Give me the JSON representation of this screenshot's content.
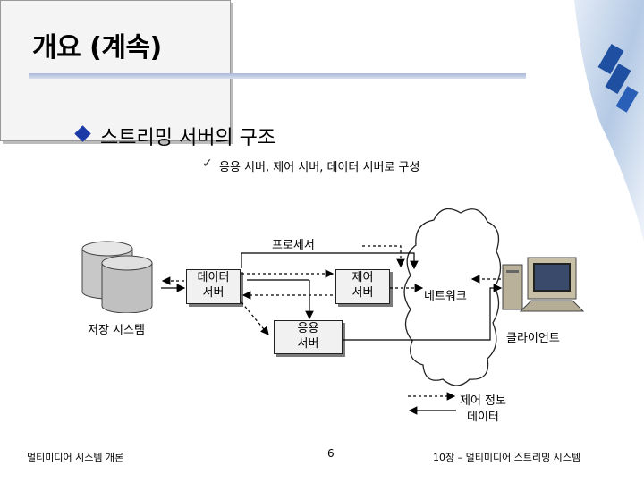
{
  "slide": {
    "title": "개요 (계속)",
    "bullet1": "스트리밍 서버의 구조",
    "bullet2": "응용 서버, 제어 서버, 데이터 서버로 구성"
  },
  "diagram": {
    "processor": "프로세서",
    "data_server_l1": "데이터",
    "data_server_l2": "서버",
    "control_server_l1": "제어",
    "control_server_l2": "서버",
    "app_server_l1": "응용",
    "app_server_l2": "서버",
    "network": "네트워크",
    "storage": "저장 시스템",
    "client": "클라이언트",
    "legend_control": "제어 정보",
    "legend_data": "데이터"
  },
  "footer": {
    "left": "멀티미디어 시스템 개론",
    "page": "6",
    "right": "10장 – 멀티미디어 스트리밍 시스템"
  },
  "icons": [
    "diamond-bullet-icon",
    "checkmark-icon",
    "database-icon",
    "cloud-icon",
    "computer-icon"
  ],
  "colors": {
    "accent": "#1a3aa8",
    "rule": "#a9b8d9"
  }
}
